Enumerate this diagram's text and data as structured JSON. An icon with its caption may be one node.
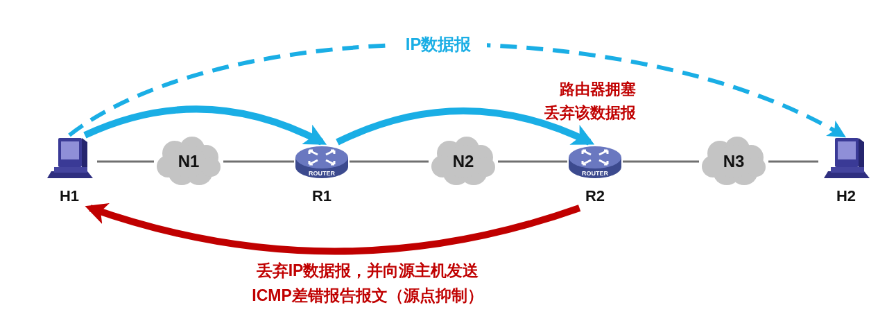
{
  "diagram": {
    "nodes": [
      {
        "text": [
          "H1"
        ]
      },
      {
        "text": [
          "N1"
        ]
      },
      {
        "text": [
          "R1"
        ]
      },
      {
        "text": [
          "N2"
        ]
      },
      {
        "text": [
          "R2"
        ]
      },
      {
        "text": [
          "N3"
        ]
      },
      {
        "text": [
          "H2"
        ]
      }
    ],
    "edges": [
      {
        "from": 0,
        "to": 1,
        "arrow": "none"
      },
      {
        "from": 1,
        "to": 2,
        "arrow": "none"
      },
      {
        "from": 2,
        "to": 3,
        "arrow": "none"
      },
      {
        "from": 3,
        "to": 4,
        "arrow": "none"
      },
      {
        "from": 4,
        "to": 5,
        "arrow": "none"
      },
      {
        "from": 5,
        "to": 6,
        "arrow": "none"
      },
      {
        "from": 0,
        "to": 6,
        "arrow": "to",
        "label": "IP数据报",
        "style": "dashed",
        "color": "#1aaee5"
      },
      {
        "from": 0,
        "to": 2,
        "arrow": "to",
        "style": "thick",
        "color": "#1aaee5"
      },
      {
        "from": 2,
        "to": 4,
        "arrow": "to",
        "style": "thick",
        "color": "#1aaee5"
      },
      {
        "from": 4,
        "to": 0,
        "arrow": "to",
        "style": "thick",
        "color": "#c00000"
      }
    ],
    "labels": [
      "路由器拥塞丢弃该数据报",
      "丢弃IP数据报，并向源主机发送ICMP差错报告报文（源点抑制）",
      "ROUTER",
      "ROUTER"
    ]
  }
}
